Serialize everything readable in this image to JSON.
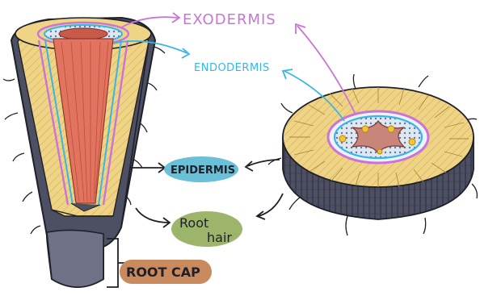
{
  "labels": {
    "exodermis": "EXODERMIS",
    "endodermis": "ENDODERMIS",
    "epidermis": "EPIDERMIS",
    "root_hair_line1": "Root",
    "root_hair_line2": "hair",
    "root_cap": "ROOT CAP"
  },
  "colors": {
    "exodermis": "#c974d8",
    "endodermis": "#38b6e6",
    "epidermis_badge": "#6ac0d6",
    "root_hair_badge": "#9db56a",
    "root_cap_badge": "#c98a5e",
    "cortex": "#f0d486",
    "vascular": "#e2735e",
    "outer_skin": "#4d4f63"
  }
}
